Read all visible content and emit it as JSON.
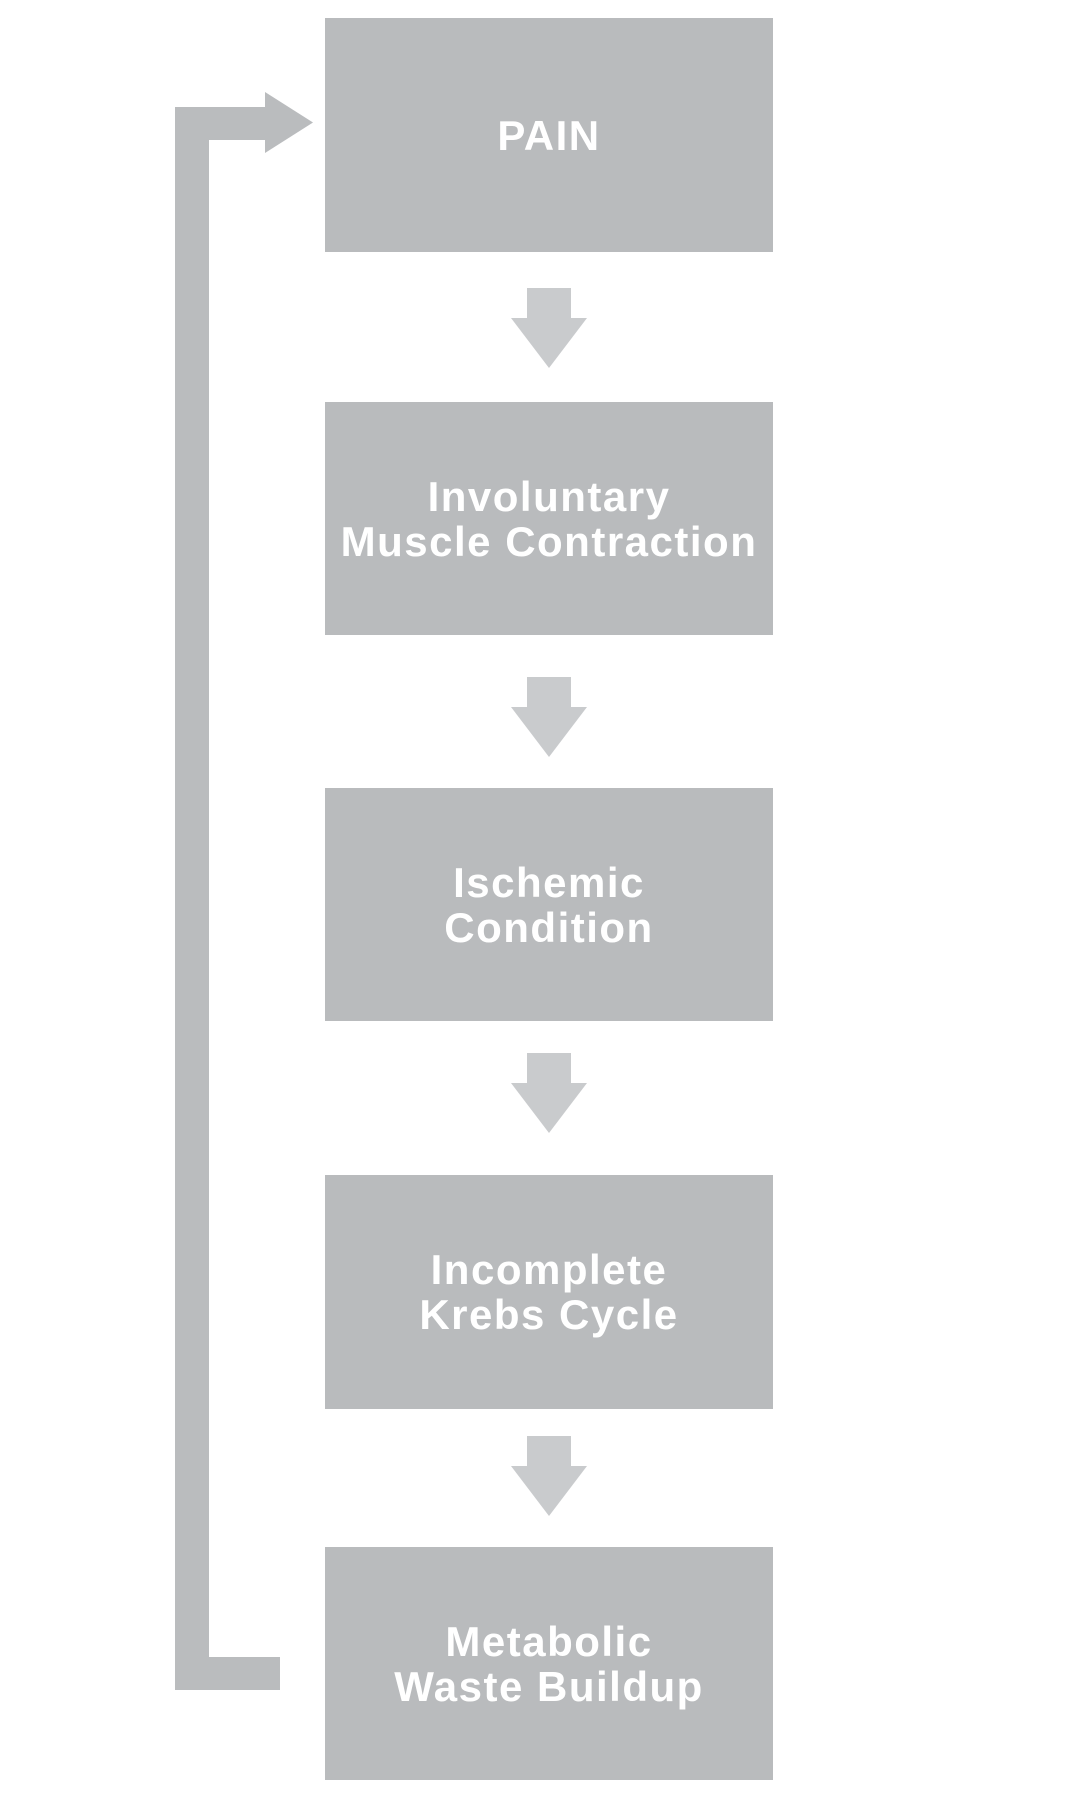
{
  "diagram": {
    "type": "flowchart",
    "description": "Cycle of five stages connected by downward arrows, with a feedback arrow returning from the last stage to the first",
    "nodes": [
      {
        "id": "pain",
        "label": "PAIN",
        "lines": [
          "PAIN"
        ]
      },
      {
        "id": "involuntary-muscle-contraction",
        "label": "Involuntary Muscle Contraction",
        "lines": [
          "Involuntary",
          "Muscle Contraction"
        ]
      },
      {
        "id": "ischemic-condition",
        "label": "Ischemic Condition",
        "lines": [
          "Ischemic",
          "Condition"
        ]
      },
      {
        "id": "incomplete-krebs-cycle",
        "label": "Incomplete Krebs Cycle",
        "lines": [
          "Incomplete",
          "Krebs Cycle"
        ]
      },
      {
        "id": "metabolic-waste-buildup",
        "label": "Metabolic Waste Buildup",
        "lines": [
          "Metabolic",
          "Waste Buildup"
        ]
      }
    ],
    "edges": [
      {
        "from": "pain",
        "to": "involuntary-muscle-contraction",
        "type": "down-arrow"
      },
      {
        "from": "involuntary-muscle-contraction",
        "to": "ischemic-condition",
        "type": "down-arrow"
      },
      {
        "from": "ischemic-condition",
        "to": "incomplete-krebs-cycle",
        "type": "down-arrow"
      },
      {
        "from": "incomplete-krebs-cycle",
        "to": "metabolic-waste-buildup",
        "type": "down-arrow"
      },
      {
        "from": "metabolic-waste-buildup",
        "to": "pain",
        "type": "feedback-loop-left"
      }
    ],
    "colors": {
      "node_fill": "#b9bbbd",
      "arrow_fill": "#c9cbcd",
      "loop_fill": "#babcbe",
      "text": "#ffffff",
      "background": "#ffffff"
    }
  }
}
